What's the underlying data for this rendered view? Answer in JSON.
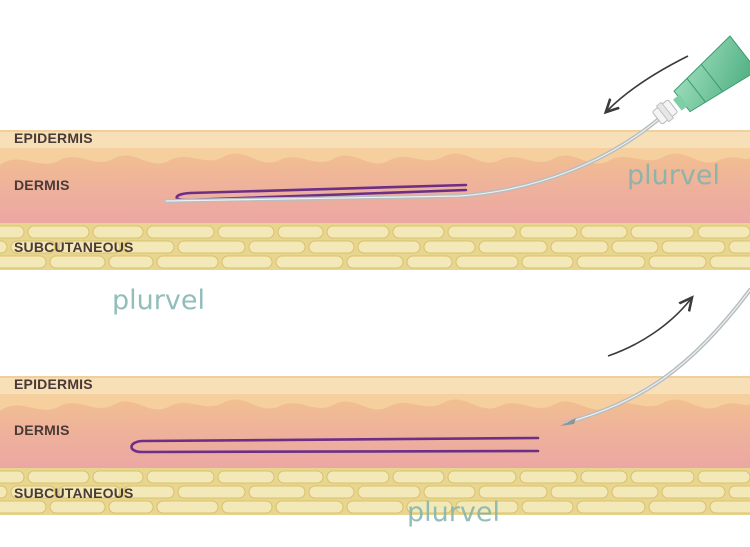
{
  "panels": [
    {
      "labels": {
        "epidermis": "EPIDERMIS",
        "dermis": "DERMIS",
        "subcutaneous": "SUBCUTANEOUS"
      },
      "step": "needle inserted",
      "arrow_direction": "down-left"
    },
    {
      "labels": {
        "epidermis": "EPIDERMIS",
        "dermis": "DERMIS",
        "subcutaneous": "SUBCUTANEOUS"
      },
      "step": "needle withdrawn",
      "arrow_direction": "up-right"
    }
  ],
  "watermarks": [
    "plurvel",
    "plurvel",
    "plurvel"
  ],
  "colors": {
    "epidermis": "#f7dfb8",
    "dermis_upper": "#f2c28e",
    "dermis_lower": "#ecaaa5",
    "fat_cells": "#f3e9b8",
    "fat_outline": "#d9c26a",
    "thread": "#6b2f86",
    "needle": "#b7bdc0",
    "syringe_hub": "#6fc49a",
    "arrow": "#3b3b3b"
  }
}
